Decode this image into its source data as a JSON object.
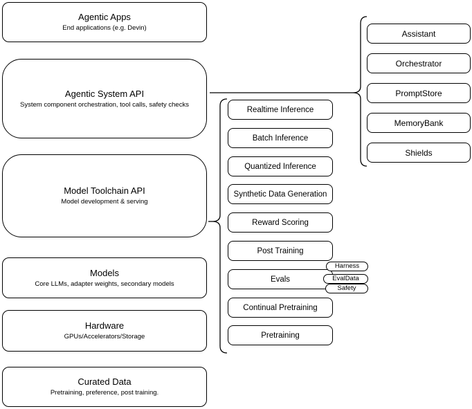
{
  "diagram": {
    "title": "Agentic system architecture diagram",
    "left_stack": [
      {
        "title": "Agentic Apps",
        "subtitle": "End applications (e.g. Devin)"
      },
      {
        "title": "Agentic System API",
        "subtitle": "System component orchestration, tool calls, safety checks"
      },
      {
        "title": "Model Toolchain API",
        "subtitle": "Model development & serving"
      },
      {
        "title": "Models",
        "subtitle": "Core LLMs, adapter weights, secondary models"
      },
      {
        "title": "Hardware",
        "subtitle": "GPUs/Accelerators/Storage"
      },
      {
        "title": "Curated Data",
        "subtitle": "Pretraining, preference, post training."
      }
    ],
    "toolchain_components": [
      "Realtime Inference",
      "Batch Inference",
      "Quantized Inference",
      "Synthetic Data Generation",
      "Reward Scoring",
      "Post Training",
      "Evals",
      "Continual Pretraining",
      "Pretraining"
    ],
    "eval_tags": [
      "Harness",
      "EvalData",
      "Safety"
    ],
    "system_components": [
      "Assistant",
      "Orchestrator",
      "PromptStore",
      "MemoryBank",
      "Shields"
    ],
    "colors": {
      "background": "#ffffff",
      "node_fill": "#ffffff",
      "stroke": "#000000",
      "text": "#000000"
    }
  }
}
